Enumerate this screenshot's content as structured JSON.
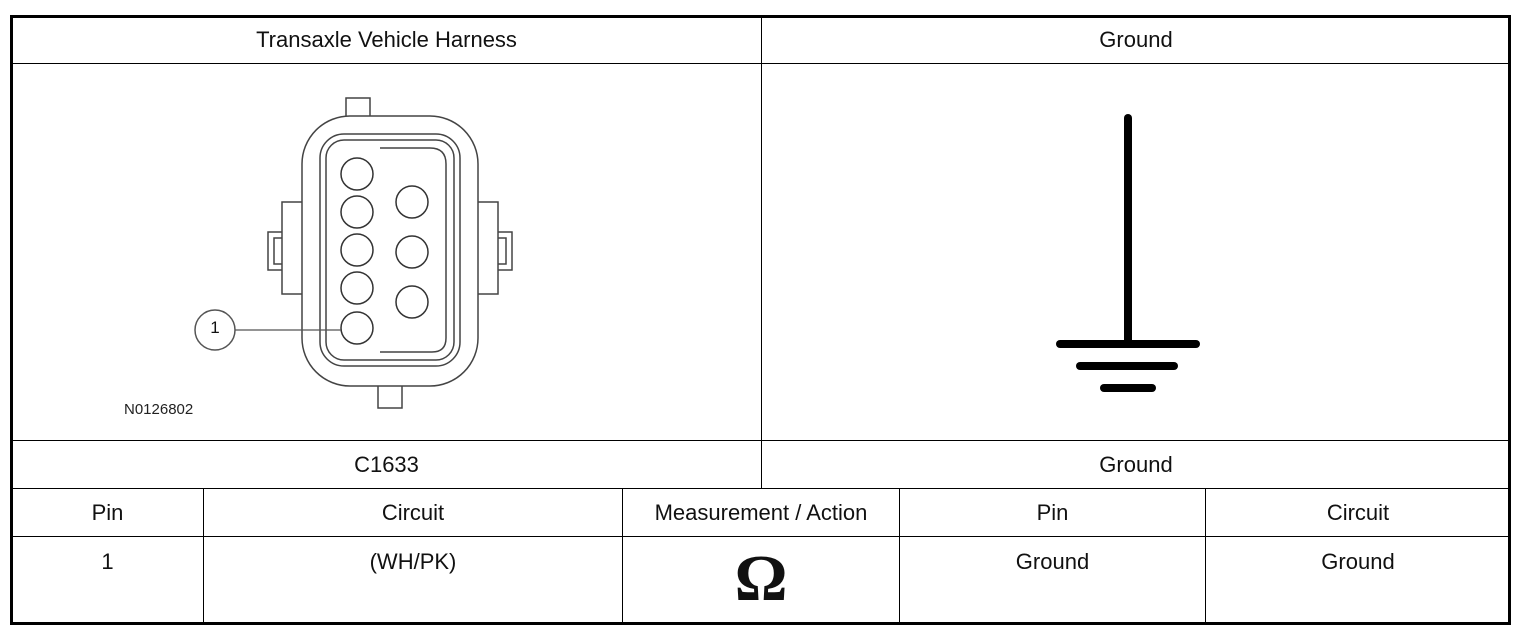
{
  "top_left_header": "Transaxle Vehicle Harness",
  "top_right_header": "Ground",
  "connector": {
    "pin_callout": "1",
    "figure_code": "N0126802"
  },
  "connector_name": "C1633",
  "ground_name": "Ground",
  "table": {
    "columns": [
      "Pin",
      "Circuit",
      "Measurement / Action",
      "Pin",
      "Circuit"
    ],
    "row": {
      "pin": "1",
      "circuit": "(WH/PK)",
      "measurement_symbol": "Ω",
      "pin2": "Ground",
      "circuit2": "Ground"
    }
  }
}
